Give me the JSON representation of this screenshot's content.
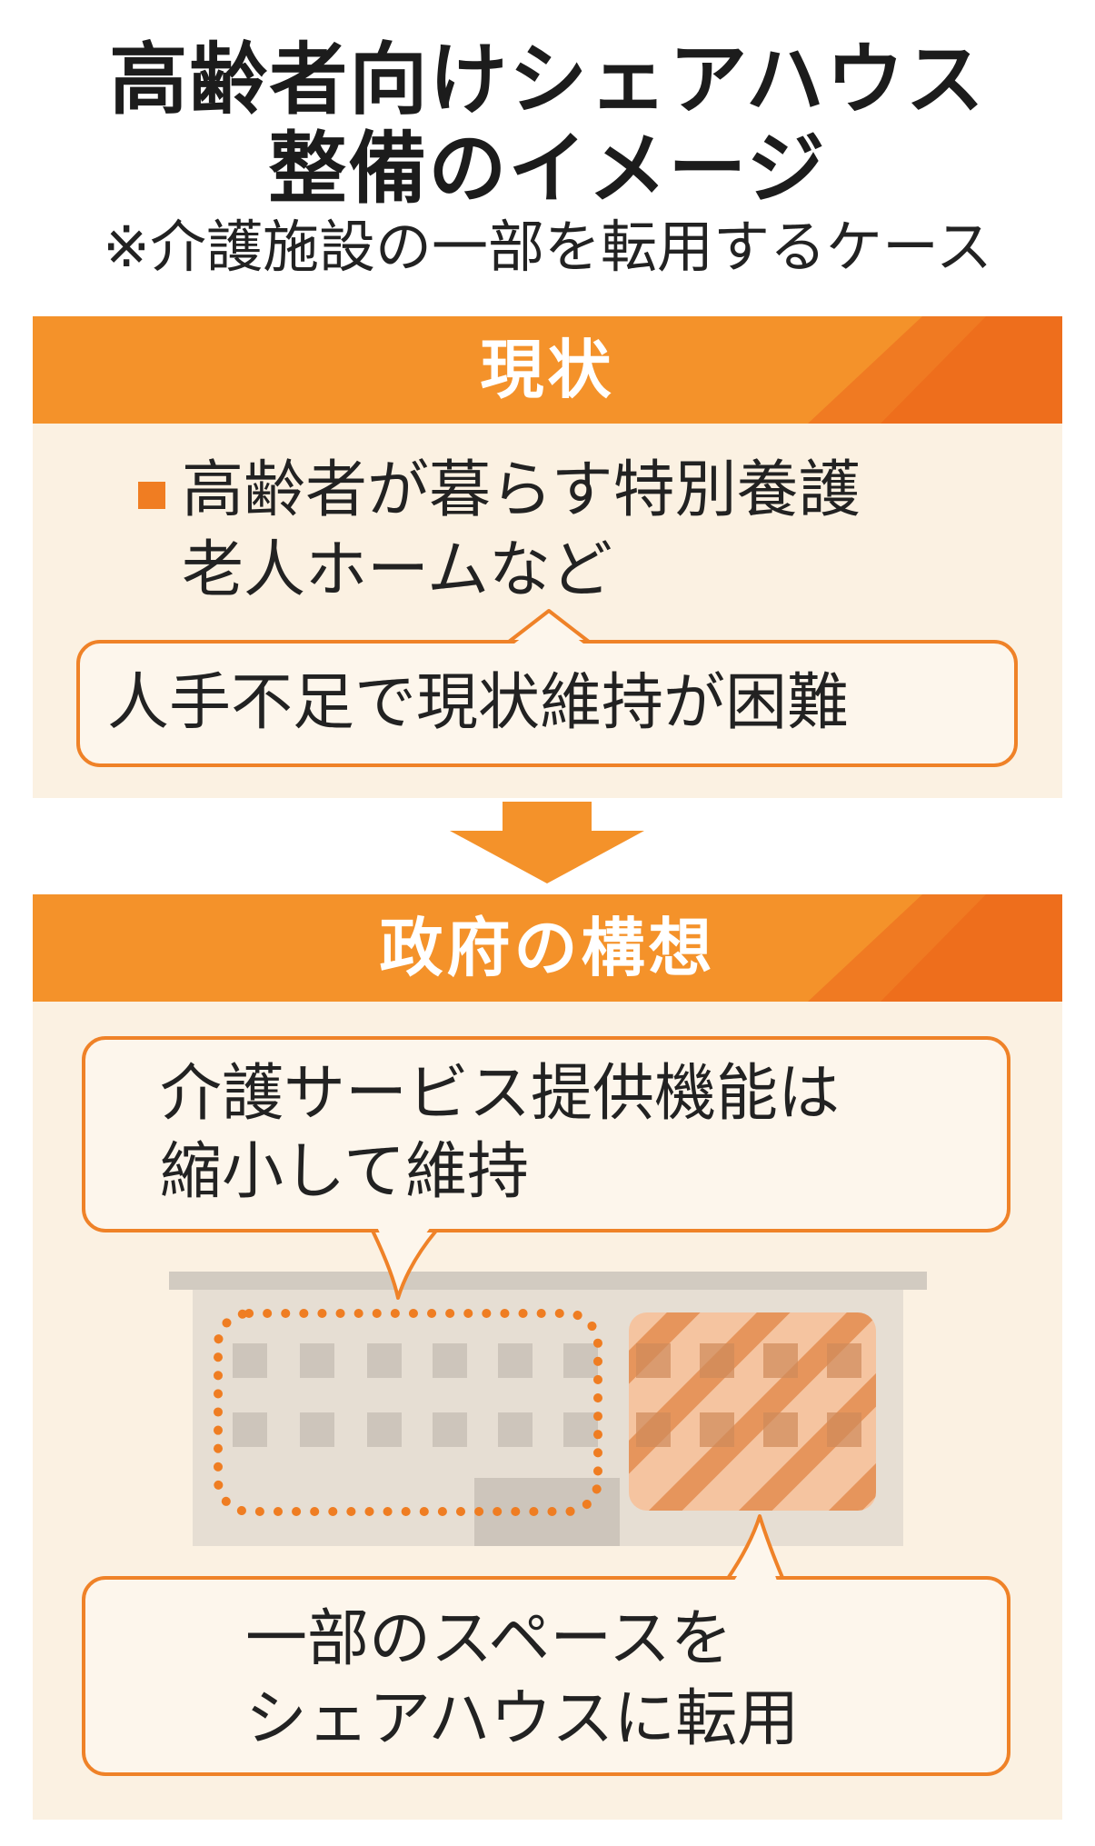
{
  "header": {
    "title_line1": "高齢者向けシェアハウス",
    "title_line2": "整備のイメージ",
    "subtitle": "※介護施設の一部を転用するケース"
  },
  "current": {
    "band_label": "現状",
    "bullet_line1": "高齢者が暮らす特別養護",
    "bullet_line2": "老人ホームなど",
    "bubble_text": "人手不足で現状維持が困難"
  },
  "plan": {
    "band_label": "政府の構想",
    "bubble_top_line1": "介護サービス提供機能は",
    "bubble_top_line2": "縮小して維持",
    "bubble_bottom_line1": "一部のスペースを",
    "bubble_bottom_line2": "シェアハウスに転用"
  },
  "colors": {
    "accent_orange": "#f4922a",
    "accent_dark": "#ee6e1c",
    "panel_bg": "#fbf1e2",
    "building": "#e6ded3",
    "window": "#cdc5bb"
  }
}
